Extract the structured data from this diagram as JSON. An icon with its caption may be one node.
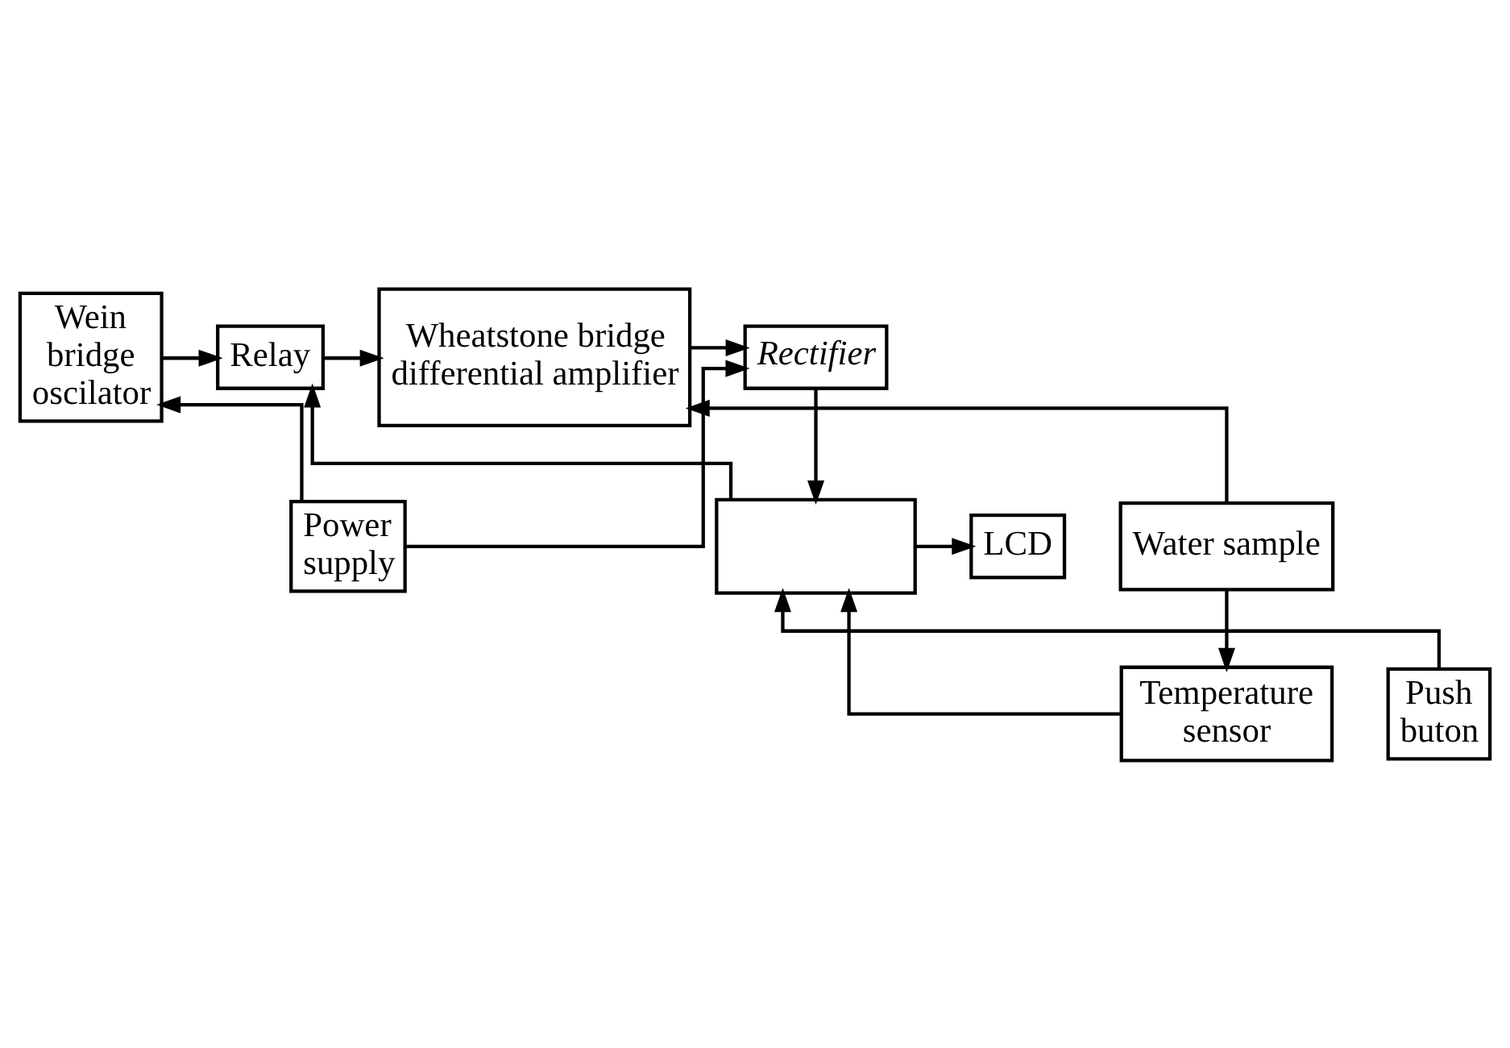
{
  "diagram": {
    "nodes": [
      {
        "text": [
          "Wein bridge oscilator"
        ]
      },
      {
        "text": [
          "Relay"
        ]
      },
      {
        "text": [
          "Wheatstone bridge differential amplifier"
        ]
      },
      {
        "text": [
          "Rectifier"
        ]
      },
      {
        "text": [
          "Water sample"
        ]
      },
      {
        "text": [],
        "shape": "box"
      },
      {
        "text": [
          "LCD"
        ]
      },
      {
        "text": [
          "Power supply"
        ]
      },
      {
        "text": [
          "Temperature sensor"
        ]
      },
      {
        "text": [
          "Push buton"
        ]
      }
    ],
    "edges": [
      {
        "from": 0,
        "to": 1,
        "arrow": "to"
      },
      {
        "from": 1,
        "to": 2,
        "arrow": "to"
      },
      {
        "from": 2,
        "to": 3,
        "arrow": "to"
      },
      {
        "from": 7,
        "to": 0,
        "arrow": "to"
      },
      {
        "from": 4,
        "to": 2,
        "arrow": "to"
      },
      {
        "from": 4,
        "to": 8,
        "arrow": "to"
      },
      {
        "from": 3,
        "to": 5,
        "arrow": "to"
      },
      {
        "from": 5,
        "to": 6,
        "arrow": "to"
      },
      {
        "from": 8,
        "to": 5,
        "arrow": "to"
      },
      {
        "from": 9,
        "to": 5,
        "arrow": "to"
      },
      {
        "from": 5,
        "to": 1,
        "arrow": "to"
      },
      {
        "from": 7,
        "to": 3,
        "arrow": "to"
      }
    ]
  }
}
